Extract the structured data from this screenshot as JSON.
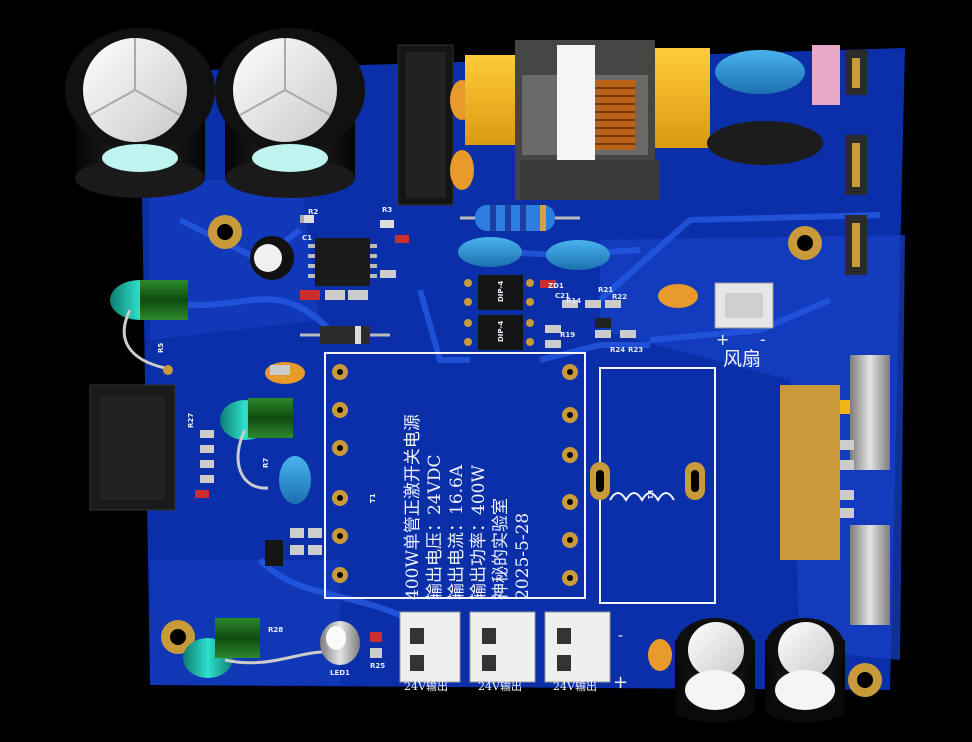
{
  "board": {
    "colors": {
      "background": "#000000",
      "pcb": "#0a2fa8",
      "copper": "#1d4fd6",
      "silkscreen": "#f2f4ff",
      "pad_gold": "#c99a3a",
      "transformer_yellow": "#f2b417",
      "cap_body": "#1a1a1a",
      "cap_top": "#f0f0f0",
      "film_cap_blue": "#2a8fd0",
      "tantalum_orange": "#e89a2a",
      "choke_teal": "#19b0a0"
    },
    "silkscreen_block": {
      "line1": "400W单管正激开关电源",
      "line2": "输出电压：24VDC",
      "line3": "输出电流：16.6A",
      "line4": "输出功率：400W",
      "line5": "神秘的实验室",
      "line6": "2025-5-28"
    },
    "fan": {
      "label": "风扇",
      "plus": "+",
      "minus": "-"
    },
    "outputs": {
      "label1": "24V输出",
      "label2": "24V输出",
      "label3": "24V输出",
      "plus": "+",
      "minus": "-"
    },
    "refs": {
      "R2": "R2",
      "R3": "R3",
      "R5": "R5",
      "R7": "R7",
      "R14": "R14",
      "R19": "R19",
      "R21": "R21",
      "R22": "R22",
      "R23": "R23",
      "R24": "R24",
      "R25": "R25",
      "R27": "R27",
      "R28": "R28",
      "C1": "C1",
      "C21": "C21",
      "ZD1": "ZD1",
      "T1": "T1",
      "L1": "L1",
      "LED1": "LED1",
      "DIP4a": "DIP-4",
      "DIP4b": "DIP-4"
    }
  }
}
